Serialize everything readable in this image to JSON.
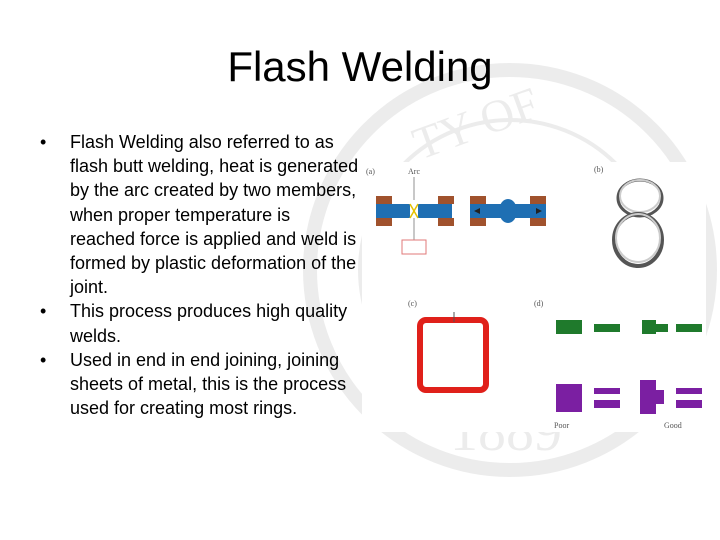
{
  "slide": {
    "title": "Flash Welding",
    "bullets": [
      "Flash Welding also referred to as flash butt welding, heat is generated by the arc created by two members, when proper temperature is reached force is applied and weld is formed by plastic deformation of the joint.",
      "This process produces high quality welds.",
      "Used in end in end joining, joining sheets of metal, this is the process used for creating most rings."
    ],
    "bullet_glyph": "•"
  },
  "figure": {
    "panel_labels": [
      "(a)",
      "(b)",
      "(c)",
      "(d)"
    ],
    "arc_label": "Arc",
    "poor_label": "Poor",
    "good_label": "Good",
    "colors": {
      "member": "#1f6fb3",
      "clamp": "#a0522d",
      "ring_frame": "#e0201a",
      "bar": "#1f7a2c",
      "joint": "#7b1fa2",
      "source": "#e07a7a"
    }
  }
}
